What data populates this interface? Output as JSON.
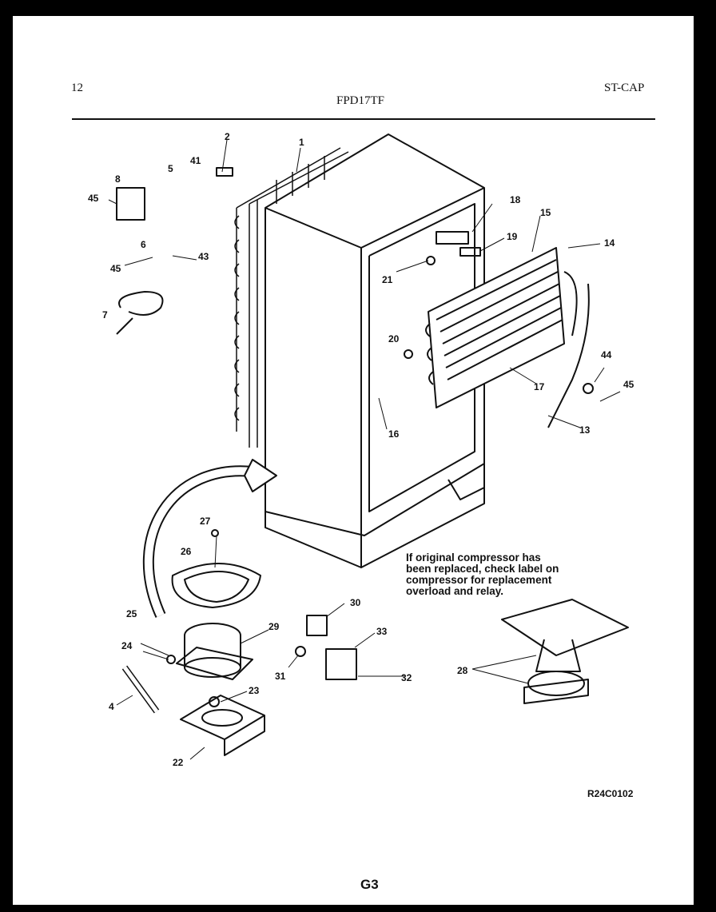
{
  "header": {
    "page_ref": "12",
    "model": "FPD17TF",
    "section": "ST-CAP"
  },
  "note": {
    "lines": [
      "If original compressor has",
      "been replaced, check label on",
      "compressor for replacement",
      "overload and relay."
    ]
  },
  "drawing_code": "R24C0102",
  "page_number": "G3",
  "part_callouts": [
    "1",
    "2",
    "41",
    "5",
    "8",
    "45",
    "6",
    "43",
    "45",
    "7",
    "18",
    "15",
    "19",
    "14",
    "21",
    "20",
    "16",
    "44",
    "45",
    "17",
    "13",
    "27",
    "26",
    "25",
    "29",
    "24",
    "4",
    "23",
    "22",
    "30",
    "33",
    "31",
    "32",
    "28"
  ]
}
